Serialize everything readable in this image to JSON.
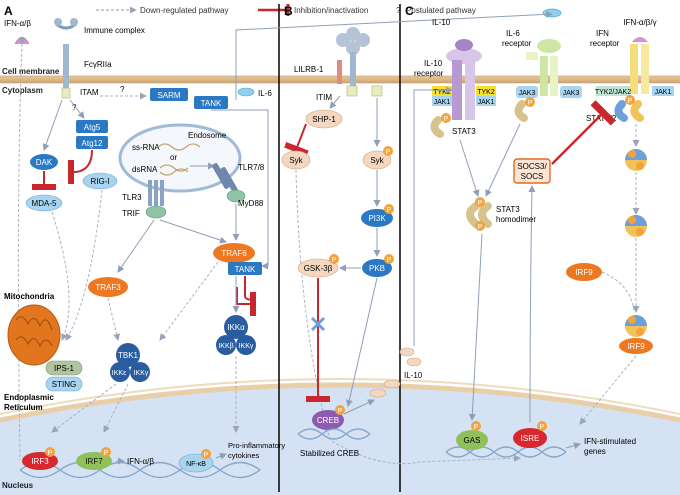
{
  "legend": {
    "down": "Down-regulated pathway",
    "inhib": "Inhibition/inactivation",
    "post": "Postulated pathway",
    "q": "?"
  },
  "panels": {
    "a": "A",
    "b": "B",
    "c": "C"
  },
  "regions": {
    "membrane": "Cell membrane",
    "cytoplasm": "Cytoplasm",
    "nucleus": "Nucleus",
    "mito": "Mitochondria",
    "er1": "Endoplasmic",
    "er2": "Reticulum"
  },
  "panelA": {
    "ifnab": "IFN-α/β",
    "immune": "Immune complex",
    "fcgr": "FcγRIIa",
    "itam": "ITAM",
    "q1": "?",
    "q2": "?",
    "sarm": "SARM",
    "tank": "TANK",
    "il6": "IL-6",
    "atg5": "Atg5",
    "atg12": "Atg12",
    "dak": "DAK",
    "mda5": "MDA-5",
    "rigi": "RIG-I",
    "endosome": "Endosome",
    "ssrna": "ss-RNA",
    "or": "or",
    "dsrna": "dsRNA",
    "tlr3": "TLR3",
    "tlr78": "TLR7/8",
    "trif": "TRIF",
    "myd88": "MyD88",
    "traf3": "TRAF3",
    "traf6": "TRAF6",
    "tank2": "TANK",
    "tbk1": "TBK1",
    "ikke": "IKKε",
    "ikkg": "IKKγ",
    "ikka": "IKKα",
    "ikkb": "IKKβ",
    "ikkg2": "IKKγ",
    "ips1": "IPS-1",
    "sting": "STING",
    "irf3": "IRF3",
    "irf7": "IRF7",
    "ifnout": "IFN-α/β",
    "nfkb": "NF-κB",
    "proinf1": "Pro-inflammatory",
    "proinf2": "cytokines"
  },
  "panelB": {
    "lilrb1": "LILRB-1",
    "itim": "ITIM",
    "shp1": "SHP-1",
    "syk1": "Syk",
    "syk2": "Syk",
    "pi3k": "PI3K",
    "pkb": "PKB",
    "gsk": "GSK-3β",
    "creb": "CREB",
    "stab": "Stabilized CREB"
  },
  "panelC": {
    "il10top": "IL-10",
    "il10r1": "IL-10",
    "il10r2": "receptor",
    "il6r1": "IL-6",
    "il6r2": "receptor",
    "ifnr0": "IFN-α/β/γ",
    "ifnr1": "IFN",
    "ifnr2": "receptor",
    "tyk2a": "TYK2",
    "jak1a": "JAK1",
    "tyk2b": "TYK2",
    "jak1b": "JAK1",
    "jak3a": "JAK3",
    "jak3b": "JAK3",
    "tyk2jak2": "TYK2/JAK2",
    "jak1c": "JAK1",
    "stat3": "STAT3",
    "stat12": "STAT1/2",
    "socs1": "SOCS3/",
    "socs2": "SOCS",
    "homo1": "STAT3",
    "homo2": "homodimer",
    "irf9": "IRF9",
    "irf9b": "IRF9",
    "il10low": "IL-10",
    "gas": "GAS",
    "isre": "ISRE",
    "isg1": "IFN-stimulated",
    "isg2": "genes"
  },
  "p": "P"
}
